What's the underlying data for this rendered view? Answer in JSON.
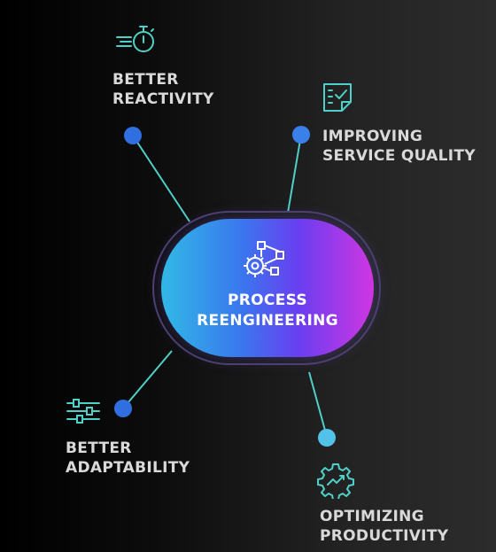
{
  "center": {
    "title_line1": "PROCESS",
    "title_line2": "REENGINEERING",
    "icon": "gear-network-icon"
  },
  "nodes": [
    {
      "id": "better-reactivity",
      "line1": "BETTER",
      "line2": "REACTIVITY",
      "icon": "stopwatch-icon",
      "dot_color": "#2f6fe0"
    },
    {
      "id": "improving-service-quality",
      "line1": "IMPROVING",
      "line2": "SERVICE QUALITY",
      "icon": "checklist-icon",
      "dot_color": "#3a80ea"
    },
    {
      "id": "better-adaptability",
      "line1": "BETTER",
      "line2": "ADAPTABILITY",
      "icon": "sliders-icon",
      "dot_color": "#2f6fe0"
    },
    {
      "id": "optimizing-productivity",
      "line1": "OPTIMIZING",
      "line2": "PRODUCTIVITY",
      "icon": "gear-chart-icon",
      "dot_color": "#52c2e8"
    }
  ],
  "colors": {
    "connector": "#4fd0c8",
    "icon": "#4fd0c8",
    "label": "#d9d9d9"
  }
}
